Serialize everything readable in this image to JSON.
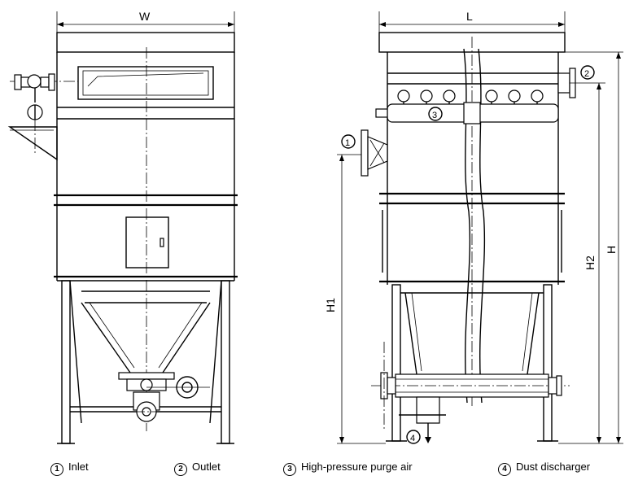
{
  "front_view": {
    "width_label": "W"
  },
  "side_view": {
    "length_label": "L",
    "height_labels": {
      "h": "H",
      "h1": "H1",
      "h2": "H2"
    },
    "callouts": {
      "inlet": "1",
      "outlet": "2",
      "purge_air": "3",
      "dust_discharger": "4"
    }
  },
  "legend": [
    {
      "number": "1",
      "label": "Inlet"
    },
    {
      "number": "2",
      "label": "Outlet"
    },
    {
      "number": "3",
      "label": "High-pressure purge air"
    },
    {
      "number": "4",
      "label": "Dust discharger"
    }
  ]
}
